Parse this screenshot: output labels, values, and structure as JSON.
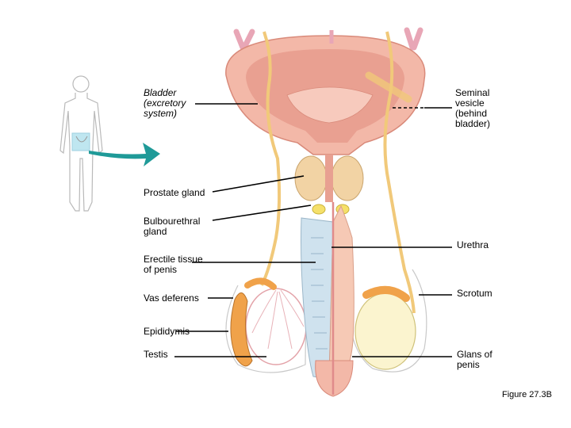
{
  "labels": {
    "bladder": "Bladder\n(excretory\nsystem)",
    "seminal_vesicle": "Seminal\nvesicle\n(behind\nbladder)",
    "prostate_gland": "Prostate gland",
    "bulbourethral_gland": "Bulbourethral\ngland",
    "urethra": "Urethra",
    "erectile_tissue": "Erectile tissue\nof penis",
    "vas_deferens": "Vas deferens",
    "scrotum": "Scrotum",
    "epididymis": "Epididymis",
    "testis": "Testis",
    "glans": "Glans of\npenis"
  },
  "caption": "Figure 27.3B",
  "colors": {
    "bladder": "#f3b8a8",
    "bladder_inner": "#e9a091",
    "prostate": "#f2d3a4",
    "penis": "#f6c9b5",
    "erectile": "#cfe2ee",
    "testis": "#ffffff",
    "testis_right": "#fbf4cf",
    "epididymis": "#f0a24a",
    "vas": "#f1c97a",
    "arrow": "#1f9a98",
    "outline": "#b9b9b9"
  }
}
